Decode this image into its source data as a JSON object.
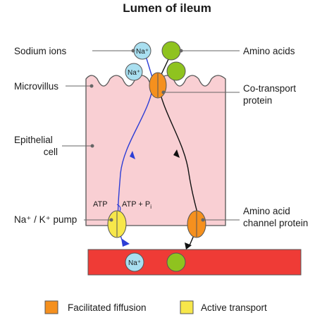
{
  "title": "Lumen of ileum",
  "labels": {
    "sodium_ions": "Sodium ions",
    "amino_acids": "Amino acids",
    "microvillus": "Microvillus",
    "cotransport_line1": "Co-transport",
    "cotransport_line2": "protein",
    "epithelial_line1": "Epithelial",
    "epithelial_line2": "cell",
    "pump": "Na⁺ / K⁺ pump",
    "atp": "ATP",
    "atp_products": "ATP + P",
    "atp_products_sub": "i",
    "aa_channel_line1": "Amino acid",
    "aa_channel_line2": "channel protein",
    "na_ion": "Na⁺"
  },
  "legend": [
    {
      "label": "Facilitated fiffusion",
      "color": "#f5901e"
    },
    {
      "label": "Active transport",
      "color": "#f7e74a"
    }
  ],
  "colors": {
    "cell_fill": "#f9cfd3",
    "cell_stroke": "#555555",
    "blood_fill": "#ef3b36",
    "na_ion": "#a9dff0",
    "amino_acid": "#8fc31f",
    "facilitated": "#f5901e",
    "active": "#f7e74a",
    "sodium_path": "#2d3ed6",
    "amino_path": "#111111"
  }
}
